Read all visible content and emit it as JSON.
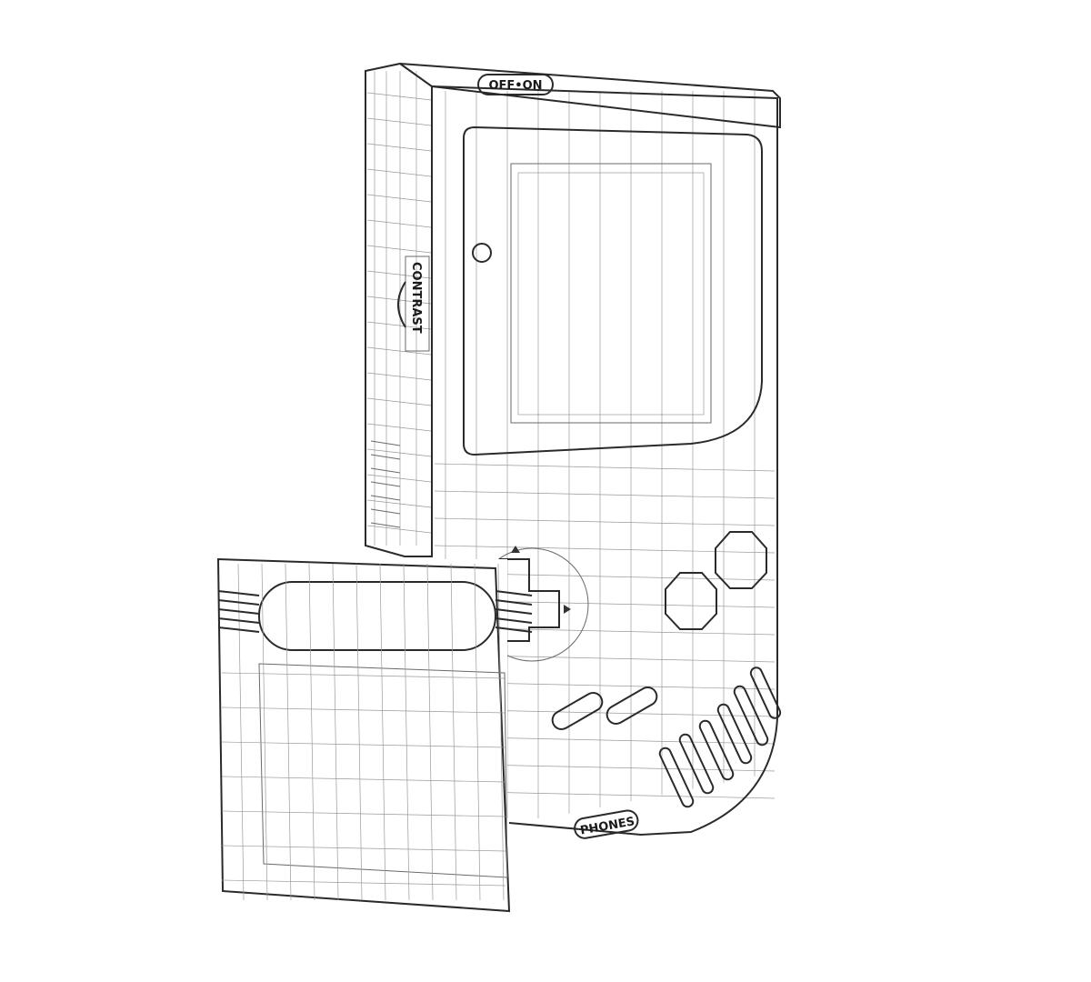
{
  "device": {
    "power_switch_label": "OFF•ON",
    "contrast_label": "CONTRAST",
    "phones_label": "PHONES"
  },
  "colors": {
    "background": "#ffffff",
    "wire": "#6a6a6a",
    "outline": "#2a2a2a"
  }
}
